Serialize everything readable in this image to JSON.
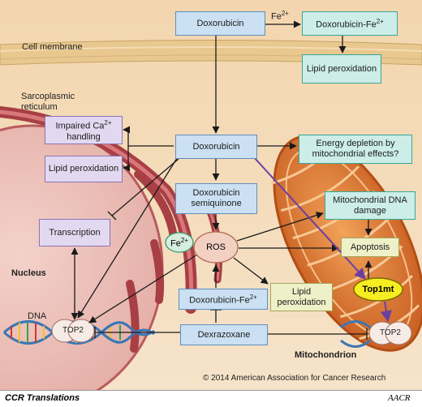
{
  "nodes": {
    "doxorubicin_top": "Doxorubicin",
    "fe2_label": "Fe",
    "fe2_sup": "2+",
    "dox_fe_top": "Doxorubicin-Fe",
    "dox_fe_top_sup": "2+",
    "lipid_top": "Lipid peroxidation",
    "cell_membrane": "Cell membrane",
    "sarcoplasmic": "Sarcoplasmic reticulum",
    "impaired_ca": "Impaired Ca",
    "impaired_ca_sup": "2+",
    "impaired_ca_2": "handling",
    "lipid_left": "Lipid peroxidation",
    "doxorubicin_center": "Doxorubicin",
    "energy": "Energy depletion by mitochondrial effects?",
    "semiquinone": "Doxorubicin semiquinone",
    "mito_dna": "Mitochondrial DNA damage",
    "transcription": "Transcription",
    "fe2_cell": "Fe",
    "fe2_cell_sup": "2+",
    "ros": "ROS",
    "apoptosis": "Apoptosis",
    "nucleus": "Nucleus",
    "top1mt": "Top1mt",
    "dox_fe_mid": "Doxorubicin-Fe",
    "dox_fe_mid_sup": "2+",
    "lipid_mid": "Lipid peroxidation",
    "dna": "DNA",
    "top2_left": "TOP2",
    "dexrazoxane": "Dexrazoxane",
    "top2_right": "TOP2",
    "mitochondrion": "Mitochondrion",
    "copyright": "© 2014 American Association for Cancer Research"
  },
  "footer": {
    "series": "CCR Translations",
    "logo": "AACR"
  },
  "colors": {
    "background": "#f5e1c6",
    "membrane": "#e8c88f",
    "nucleus": "#ecc4bc",
    "reticulum": "#b54a4e",
    "mitochondrion": "#d9732d",
    "arrow": "#1a1a1a",
    "purple_arrow": "#6a3fa0"
  }
}
